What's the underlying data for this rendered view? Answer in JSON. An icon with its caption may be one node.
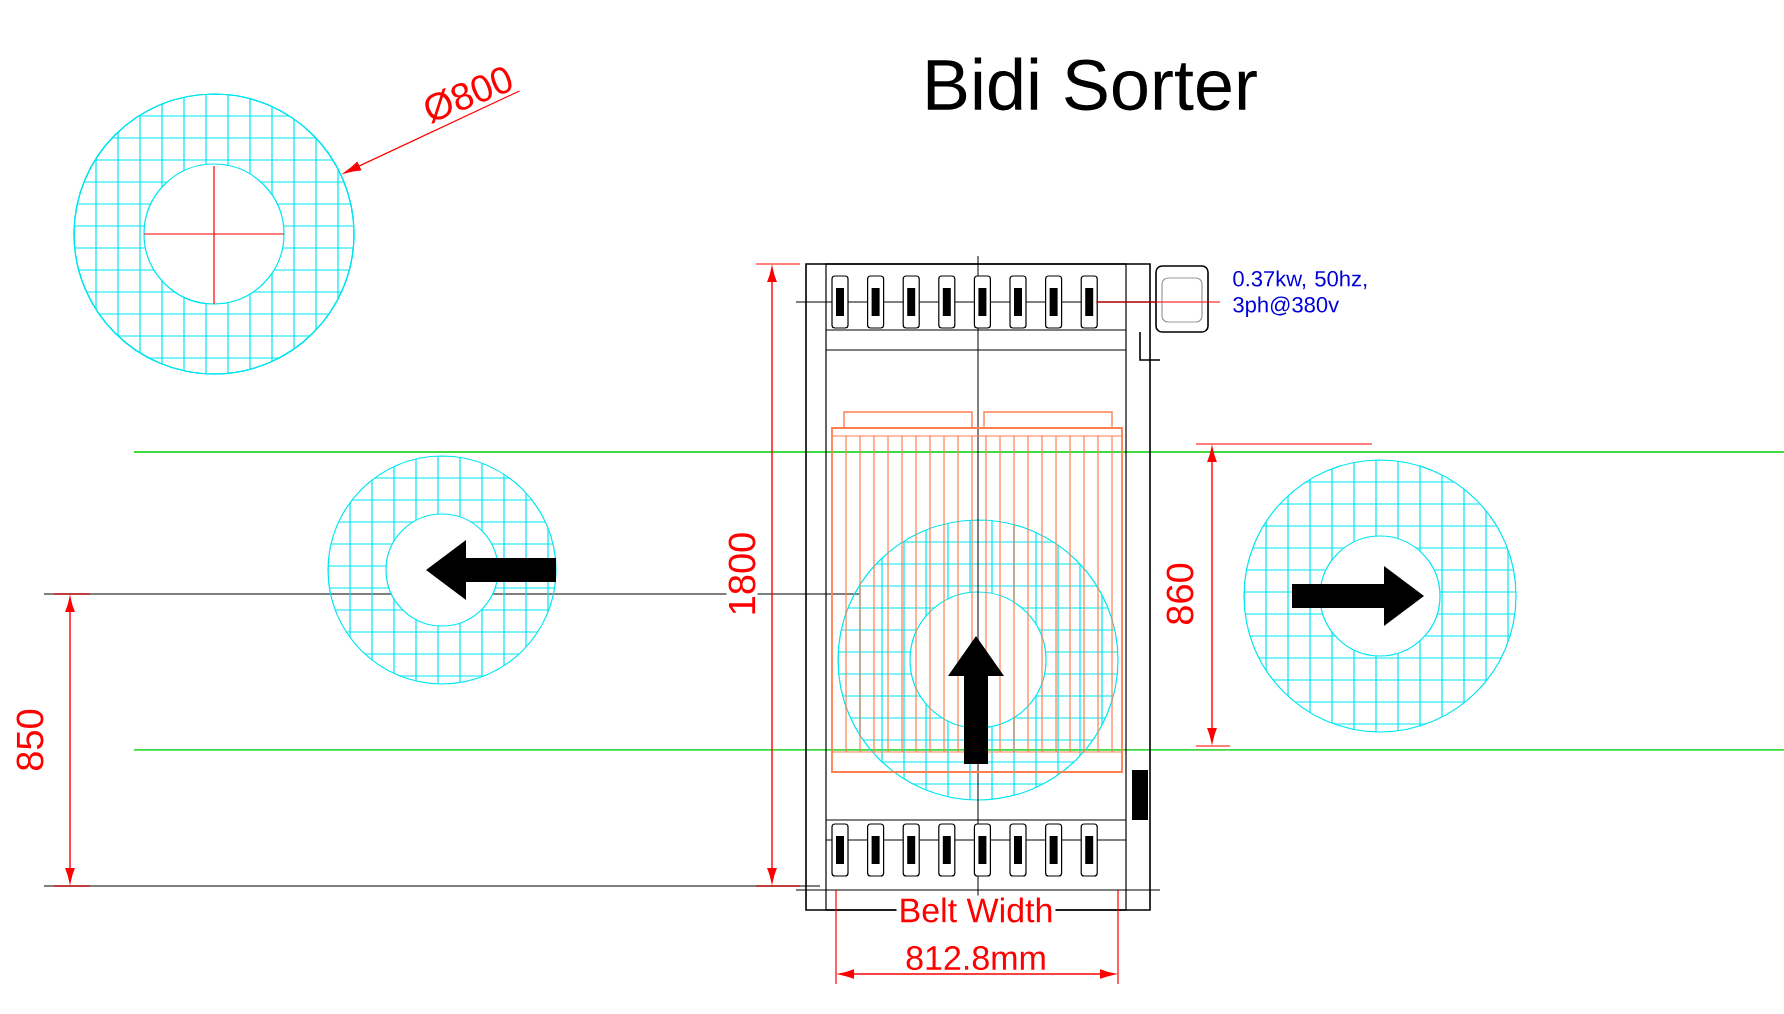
{
  "diagram": {
    "title": "Bidi Sorter",
    "nodes": [
      {
        "text": [
          "Ø800"
        ]
      },
      {
        "text": [],
        "shape": "circle"
      }
    ],
    "edges": [
      {
        "from": 0,
        "to": 1,
        "arrow": "to",
        "color": "#ff0000"
      }
    ],
    "labels": [
      "0.37kw, 50hz, 3ph@380v",
      "1800",
      "860",
      "850",
      "Belt Width",
      "812.8mm"
    ]
  }
}
